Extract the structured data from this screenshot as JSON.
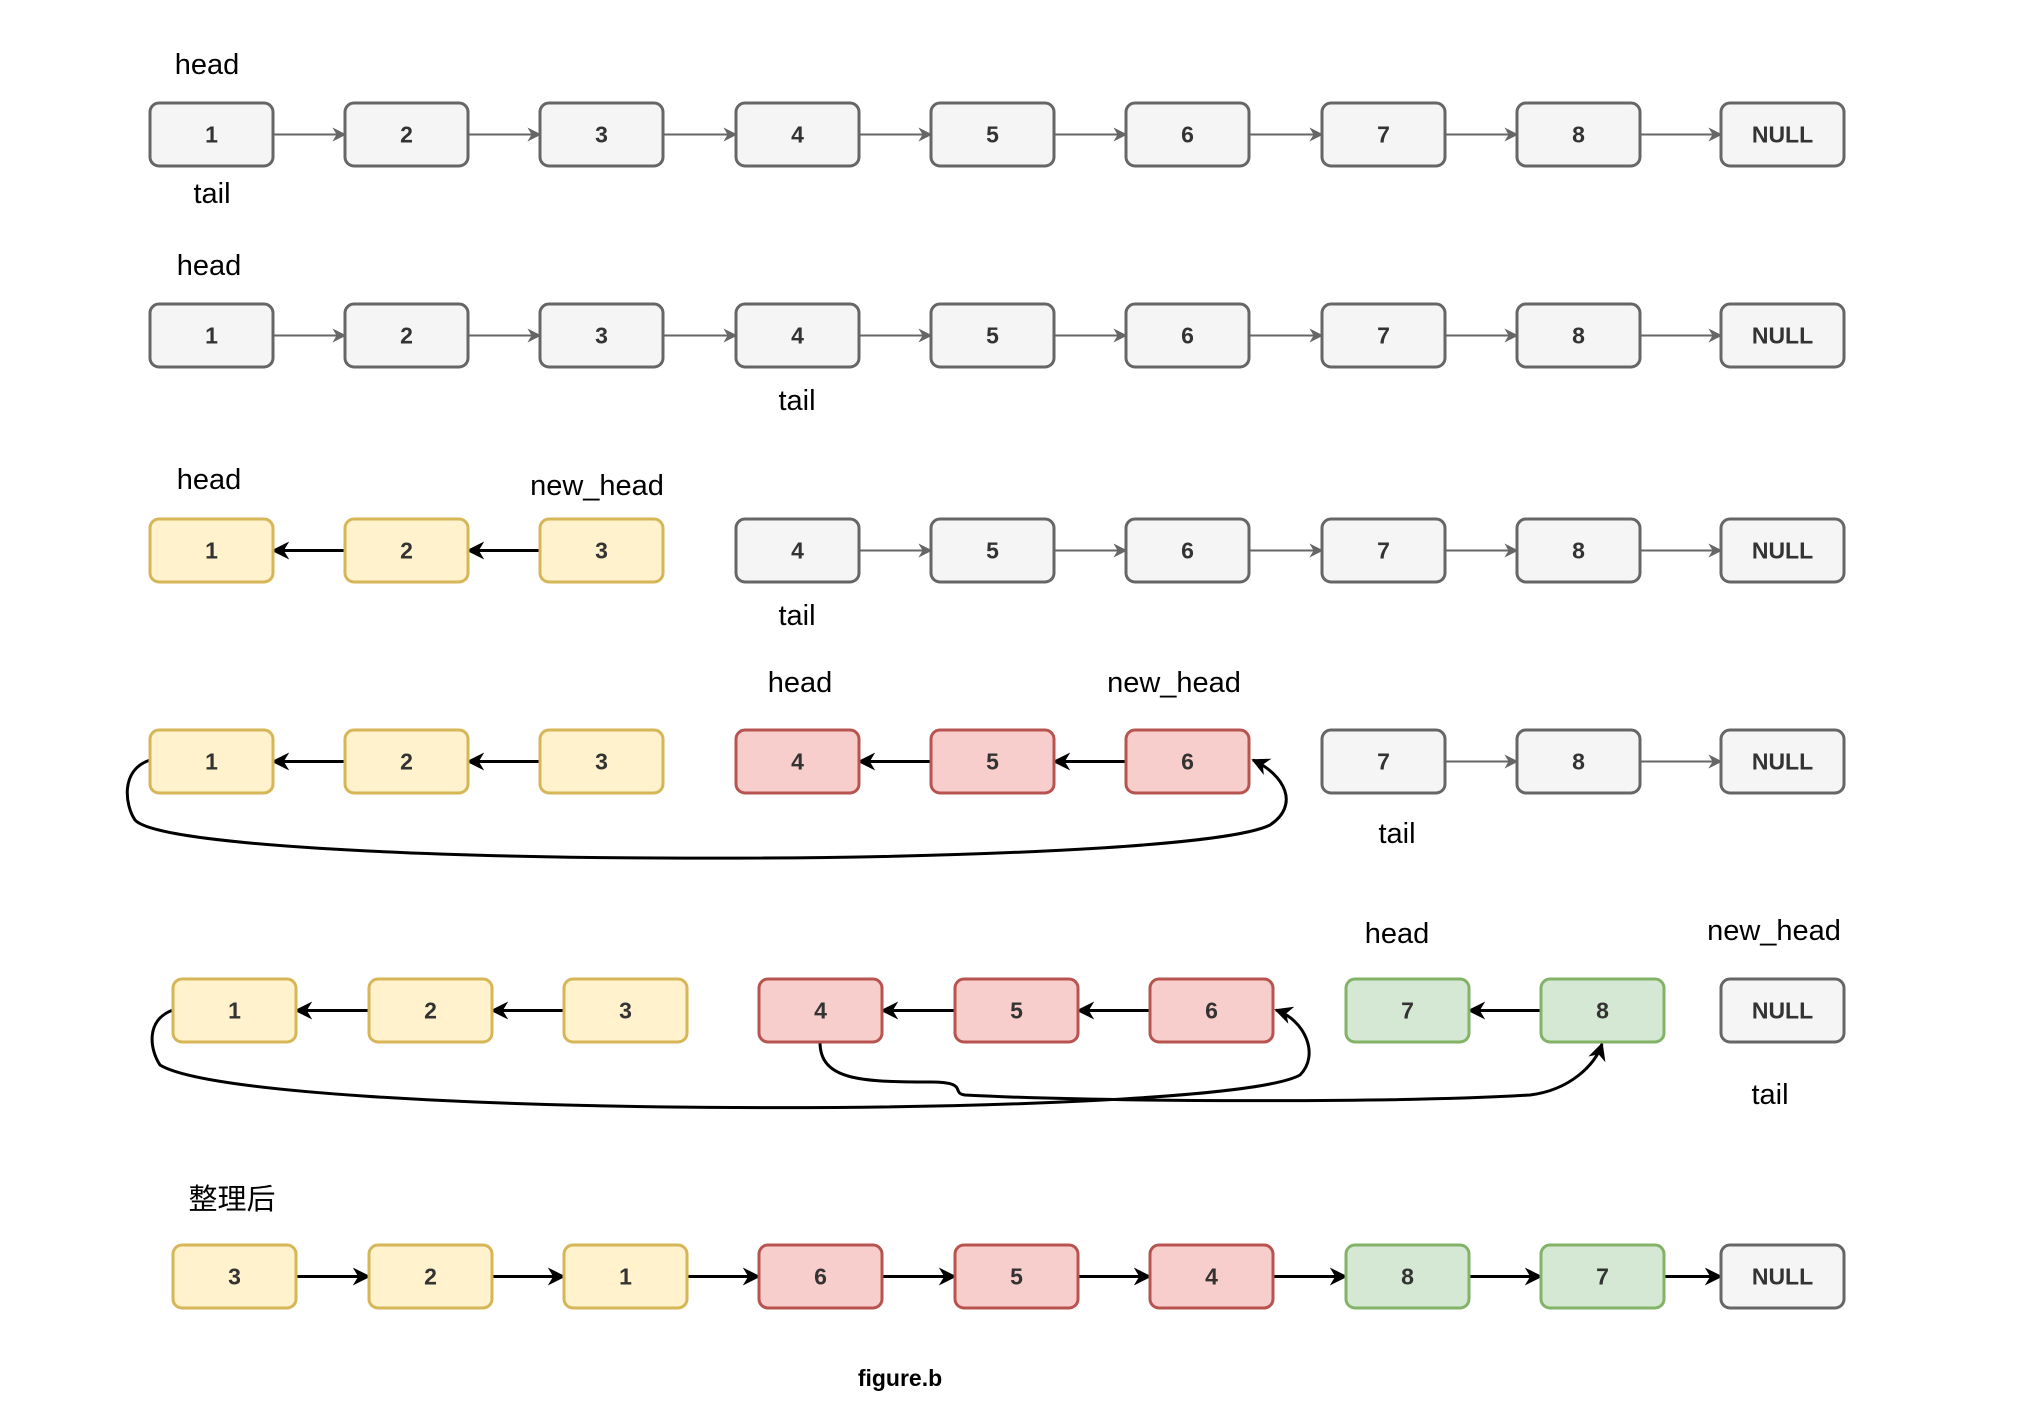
{
  "colors": {
    "gray": {
      "fill": "#f5f5f5",
      "stroke": "#666666"
    },
    "yellow": {
      "fill": "#fff2cc",
      "stroke": "#d6b656"
    },
    "red": {
      "fill": "#f8cecc",
      "stroke": "#b85450"
    },
    "green": {
      "fill": "#d5e8d4",
      "stroke": "#82b366"
    },
    "text": "#333333"
  },
  "rows": [
    {
      "nodes": [
        {
          "text": "1",
          "color": "gray"
        },
        {
          "text": "2",
          "color": "gray"
        },
        {
          "text": "3",
          "color": "gray"
        },
        {
          "text": "4",
          "color": "gray"
        },
        {
          "text": "5",
          "color": "gray"
        },
        {
          "text": "6",
          "color": "gray"
        },
        {
          "text": "7",
          "color": "gray"
        },
        {
          "text": "8",
          "color": "gray"
        },
        {
          "text": "NULL",
          "color": "gray"
        }
      ],
      "labels": [
        {
          "text": "head",
          "role": "head"
        },
        {
          "text": "tail",
          "role": "tail"
        }
      ]
    },
    {
      "nodes": [
        {
          "text": "1",
          "color": "gray"
        },
        {
          "text": "2",
          "color": "gray"
        },
        {
          "text": "3",
          "color": "gray"
        },
        {
          "text": "4",
          "color": "gray"
        },
        {
          "text": "5",
          "color": "gray"
        },
        {
          "text": "6",
          "color": "gray"
        },
        {
          "text": "7",
          "color": "gray"
        },
        {
          "text": "8",
          "color": "gray"
        },
        {
          "text": "NULL",
          "color": "gray"
        }
      ],
      "labels": [
        {
          "text": "head",
          "role": "head"
        },
        {
          "text": "tail",
          "role": "tail"
        }
      ]
    },
    {
      "nodes": [
        {
          "text": "1",
          "color": "yellow"
        },
        {
          "text": "2",
          "color": "yellow"
        },
        {
          "text": "3",
          "color": "yellow"
        },
        {
          "text": "4",
          "color": "gray"
        },
        {
          "text": "5",
          "color": "gray"
        },
        {
          "text": "6",
          "color": "gray"
        },
        {
          "text": "7",
          "color": "gray"
        },
        {
          "text": "8",
          "color": "gray"
        },
        {
          "text": "NULL",
          "color": "gray"
        }
      ],
      "labels": [
        {
          "text": "head",
          "role": "head"
        },
        {
          "text": "new_head",
          "role": "new-head"
        },
        {
          "text": "tail",
          "role": "tail"
        }
      ]
    },
    {
      "nodes": [
        {
          "text": "1",
          "color": "yellow"
        },
        {
          "text": "2",
          "color": "yellow"
        },
        {
          "text": "3",
          "color": "yellow"
        },
        {
          "text": "4",
          "color": "red"
        },
        {
          "text": "5",
          "color": "red"
        },
        {
          "text": "6",
          "color": "red"
        },
        {
          "text": "7",
          "color": "gray"
        },
        {
          "text": "8",
          "color": "gray"
        },
        {
          "text": "NULL",
          "color": "gray"
        }
      ],
      "labels": [
        {
          "text": "head",
          "role": "head"
        },
        {
          "text": "new_head",
          "role": "new-head"
        },
        {
          "text": "tail",
          "role": "tail"
        }
      ]
    },
    {
      "nodes": [
        {
          "text": "1",
          "color": "yellow"
        },
        {
          "text": "2",
          "color": "yellow"
        },
        {
          "text": "3",
          "color": "yellow"
        },
        {
          "text": "4",
          "color": "red"
        },
        {
          "text": "5",
          "color": "red"
        },
        {
          "text": "6",
          "color": "red"
        },
        {
          "text": "7",
          "color": "green"
        },
        {
          "text": "8",
          "color": "green"
        },
        {
          "text": "NULL",
          "color": "gray"
        }
      ],
      "labels": [
        {
          "text": "head",
          "role": "head"
        },
        {
          "text": "new_head",
          "role": "new-head"
        },
        {
          "text": "tail",
          "role": "tail"
        }
      ]
    },
    {
      "nodes": [
        {
          "text": "3",
          "color": "yellow"
        },
        {
          "text": "2",
          "color": "yellow"
        },
        {
          "text": "1",
          "color": "yellow"
        },
        {
          "text": "6",
          "color": "red"
        },
        {
          "text": "5",
          "color": "red"
        },
        {
          "text": "4",
          "color": "red"
        },
        {
          "text": "8",
          "color": "green"
        },
        {
          "text": "7",
          "color": "green"
        },
        {
          "text": "NULL",
          "color": "gray"
        }
      ],
      "labels": [
        {
          "text": "整理后",
          "role": "title"
        }
      ]
    }
  ],
  "caption": "figure.b"
}
